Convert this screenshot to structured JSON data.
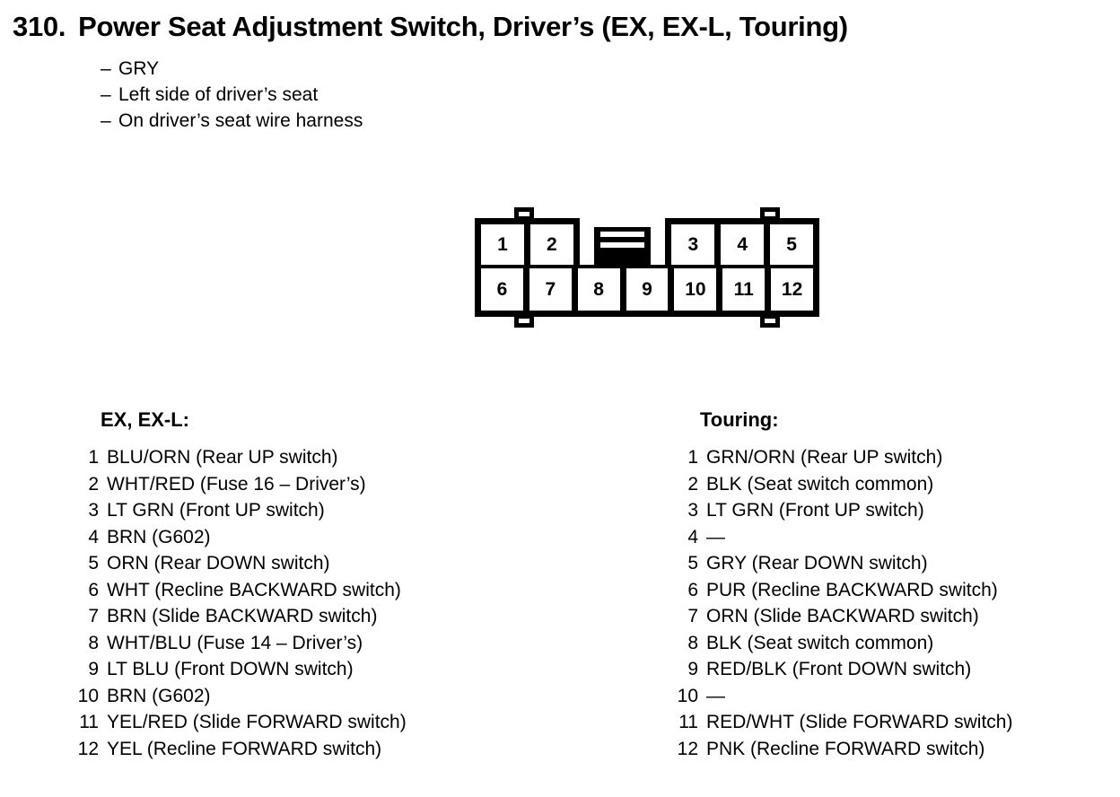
{
  "title": {
    "number": "310.",
    "text": "Power Seat Adjustment Switch, Driver’s (EX, EX-L, Touring)"
  },
  "sublines": [
    {
      "dash": "–",
      "text": "GRY"
    },
    {
      "dash": "–",
      "text": "Left side of driver’s seat"
    },
    {
      "dash": "–",
      "text": "On driver’s seat wire harness"
    }
  ],
  "connector": {
    "top_row": [
      "1",
      "2",
      "3",
      "4",
      "5"
    ],
    "bottom_row": [
      "6",
      "7",
      "8",
      "9",
      "10",
      "11",
      "12"
    ],
    "key_slots": 2,
    "tabs": [
      "top-left",
      "top-right",
      "bottom-left",
      "bottom-right"
    ]
  },
  "columns": [
    {
      "heading": "EX, EX-L:",
      "pins": [
        {
          "no": "1",
          "desc": "BLU/ORN (Rear UP switch)"
        },
        {
          "no": "2",
          "desc": "WHT/RED (Fuse 16 – Driver’s)"
        },
        {
          "no": "3",
          "desc": "LT GRN (Front UP switch)"
        },
        {
          "no": "4",
          "desc": "BRN (G602)"
        },
        {
          "no": "5",
          "desc": "ORN (Rear DOWN switch)"
        },
        {
          "no": "6",
          "desc": "WHT (Recline BACKWARD switch)"
        },
        {
          "no": "7",
          "desc": "BRN (Slide BACKWARD switch)"
        },
        {
          "no": "8",
          "desc": "WHT/BLU (Fuse 14 – Driver’s)"
        },
        {
          "no": "9",
          "desc": "LT BLU (Front DOWN switch)"
        },
        {
          "no": "10",
          "desc": "BRN (G602)"
        },
        {
          "no": "11",
          "desc": "YEL/RED (Slide FORWARD switch)"
        },
        {
          "no": "12",
          "desc": "YEL (Recline FORWARD switch)"
        }
      ]
    },
    {
      "heading": "Touring:",
      "pins": [
        {
          "no": "1",
          "desc": "GRN/ORN (Rear UP switch)"
        },
        {
          "no": "2",
          "desc": "BLK (Seat switch common)"
        },
        {
          "no": "3",
          "desc": "LT GRN (Front UP switch)"
        },
        {
          "no": "4",
          "desc": "—"
        },
        {
          "no": "5",
          "desc": "GRY (Rear DOWN switch)"
        },
        {
          "no": "6",
          "desc": "PUR (Recline BACKWARD switch)"
        },
        {
          "no": "7",
          "desc": "ORN (Slide BACKWARD switch)"
        },
        {
          "no": "8",
          "desc": "BLK (Seat switch common)"
        },
        {
          "no": "9",
          "desc": "RED/BLK (Front DOWN switch)"
        },
        {
          "no": "10",
          "desc": "—"
        },
        {
          "no": "11",
          "desc": "RED/WHT (Slide FORWARD switch)"
        },
        {
          "no": "12",
          "desc": "PNK (Recline FORWARD switch)"
        }
      ]
    }
  ]
}
